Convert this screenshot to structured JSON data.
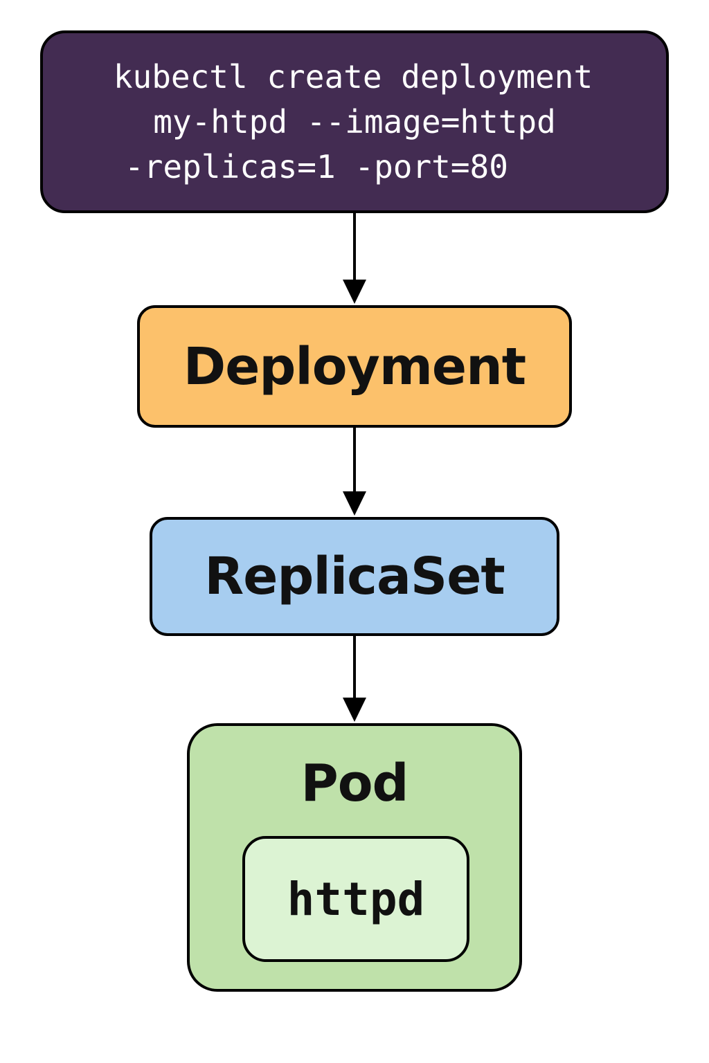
{
  "command_box": {
    "lines": [
      "kubectl create deployment",
      "my-htpd --image=httpd",
      "-replicas=1 -port=80"
    ],
    "fill": "#432c52"
  },
  "deployment_box": {
    "label": "Deployment",
    "fill": "#fcc16b"
  },
  "replicaset_box": {
    "label": "ReplicaSet",
    "fill": "#a7cdf0"
  },
  "pod_box": {
    "label": "Pod",
    "fill": "#bfe1aa",
    "container": {
      "label": "httpd",
      "fill": "#dcf3d3"
    }
  },
  "edges": [
    {
      "from": "command_box",
      "to": "deployment_box"
    },
    {
      "from": "deployment_box",
      "to": "replicaset_box"
    },
    {
      "from": "replicaset_box",
      "to": "pod_box"
    }
  ]
}
